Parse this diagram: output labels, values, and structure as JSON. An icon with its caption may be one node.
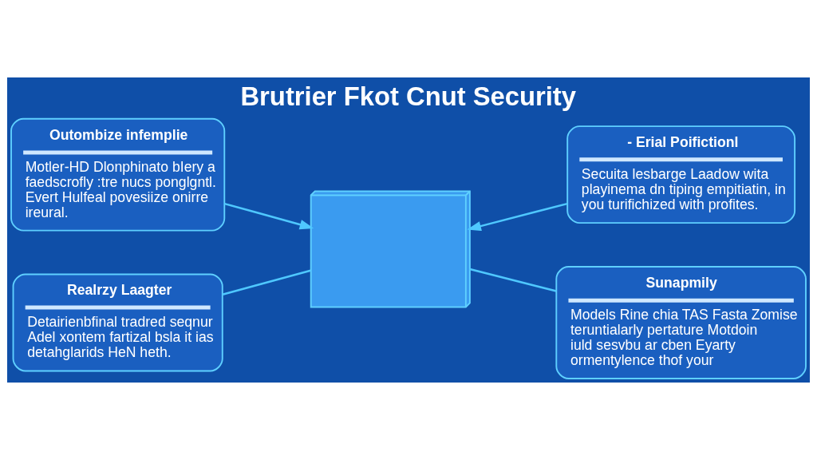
{
  "diagram": {
    "title": "Brutrier Fkot Cnut Security",
    "nodes": [
      {
        "text": [
          "Outombize infemplie",
          "Motler-HD Dlonphinato bIery a faedscrofly :tre nucs ponglgntl. Evert Hulfeal povesiize onirre ireural."
        ]
      },
      {
        "text": [
          "- Erial Poifictionl",
          "Secuita lesbarge Laadow wita playinema dn tiping empitiatin, in you turifichized with profites."
        ]
      },
      {
        "text": [
          "Realrzy Laagter",
          "Detairienbfinal tradred seqnur Adel xontem fartizal bsla it ias detahglarids HeN heth."
        ]
      },
      {
        "text": [
          "Sunapmily",
          "Models Rine chia TAS Fasta Zomise teruntialarly pertature Motdoin iuld sesvbu ar cben Eyarty ormentylence thof your"
        ]
      },
      {
        "text": [],
        "shape": "picture"
      }
    ],
    "edges": [
      {
        "from": 0,
        "to": 4,
        "arrow": "to"
      },
      {
        "from": 1,
        "to": 4,
        "arrow": "to"
      },
      {
        "from": 2,
        "to": 4,
        "arrow": "none"
      },
      {
        "from": 3,
        "to": 4,
        "arrow": "none"
      }
    ]
  }
}
